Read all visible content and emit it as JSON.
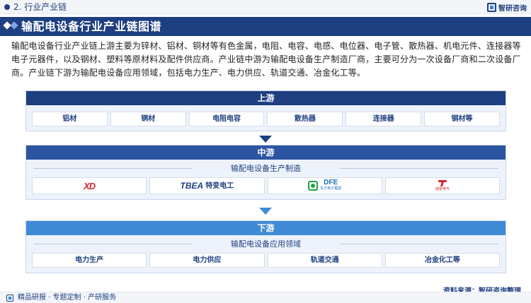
{
  "header": {
    "section_title": "2. 行业产业链",
    "logo_text": "智研咨询"
  },
  "title": "输配电设备行业产业链图谱",
  "intro": "输配电设备行业产业链上游主要为锌材、铝材、铜材等有色金属，电阻、电容、电感、电位器、电子管、散热器、机电元件、连接器等电子元器件，以及钢材、塑料等原材料及配件供应商。产业链中游为输配电设备生产制造厂商，主要可分为一次设备厂商和二次设备厂商。产业链下游为输配电设备应用领域，包括电力生产、电力供应、轨道交通、冶金化工等。",
  "upstream": {
    "label": "上游",
    "items": [
      "铝材",
      "铜材",
      "电阻电容",
      "散热器",
      "连接器",
      "钢材等"
    ]
  },
  "midstream": {
    "label": "中游",
    "sub_label": "输配电设备生产制造",
    "brands": {
      "xd": "XD",
      "tbea_en": "TBEA",
      "tbea_cn": "特变电工",
      "dfe_en": "DFE",
      "dfe_cn": "东方电子集团",
      "bs_cn": "保变电气"
    }
  },
  "downstream": {
    "label": "下游",
    "sub_label": "输配电设备应用领域",
    "items": [
      "电力生产",
      "电力供应",
      "轨道交通",
      "冶金化工等"
    ]
  },
  "source": "资料来源：智研咨询整理",
  "footer": "精品研报 · 专题定制 · 产研服务",
  "colors": {
    "navy": "#1e3f80",
    "mid_blue": "#2b55a0",
    "light_blue": "#3f8bd6",
    "panel_bg": "#eef3fb"
  }
}
